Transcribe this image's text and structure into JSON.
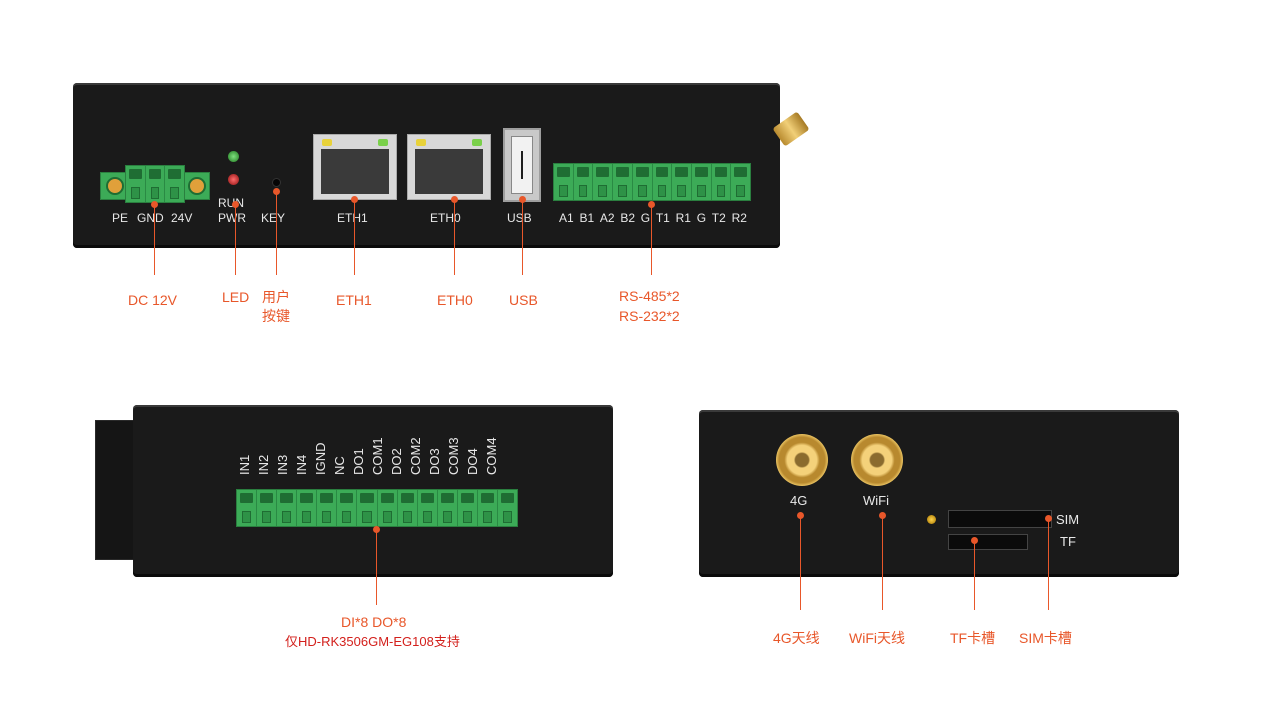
{
  "top_panel": {
    "labels": {
      "pe": "PE",
      "gnd": "GND",
      "v24": "24V",
      "run": "RUN",
      "pwr": "PWR",
      "key": "KEY",
      "eth1": "ETH1",
      "eth0": "ETH0",
      "usb": "USB",
      "rs_pins": [
        "A1",
        "B1",
        "A2",
        "B2",
        "G",
        "T1",
        "R1",
        "G",
        "T2",
        "R2"
      ]
    },
    "callouts": {
      "dc": "DC 12V",
      "led": "LED",
      "key_line1": "用户",
      "key_line2": "按键",
      "eth1": "ETH1",
      "eth0": "ETH0",
      "usb": "USB",
      "serial_line1": "RS-485*2",
      "serial_line2": "RS-232*2"
    }
  },
  "left_panel": {
    "pins": [
      "IN1",
      "IN2",
      "IN3",
      "IN4",
      "IGND",
      "NC",
      "DO1",
      "COM1",
      "DO2",
      "COM2",
      "DO3",
      "COM3",
      "DO4",
      "COM4"
    ],
    "callout": "DI*8 DO*8",
    "note": "仅HD-RK3506GM-EG108支持"
  },
  "right_panel": {
    "labels": {
      "g4": "4G",
      "wifi": "WiFi",
      "sim": "SIM",
      "tf": "TF"
    },
    "callouts": {
      "g4": "4G天线",
      "wifi": "WiFi天线",
      "tf": "TF卡槽",
      "sim": "SIM卡槽"
    }
  },
  "colors": {
    "accent": "#e8572a",
    "note_red": "#d3201c",
    "terminal_green": "#3cab57",
    "panel": "#1a1a1a"
  }
}
